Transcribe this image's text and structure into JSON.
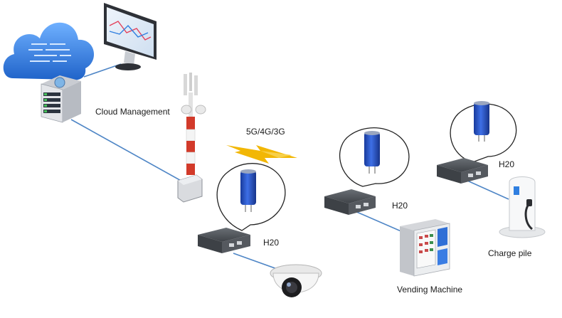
{
  "labels": {
    "cloud_management": "Cloud Management",
    "network": "5G/4G/3G",
    "h20_camera": "H20",
    "h20_vending": "H20",
    "h20_charge": "H20",
    "vending_machine": "Vending Machine",
    "charge_pile": "Charge pile"
  },
  "colors": {
    "cloud": "#2f7fe0",
    "link": "#4f86c6",
    "lightning": "#f2b705",
    "capacitor": "#2a54c8",
    "router": "#4d5156",
    "tower_red": "#d23a2a"
  }
}
